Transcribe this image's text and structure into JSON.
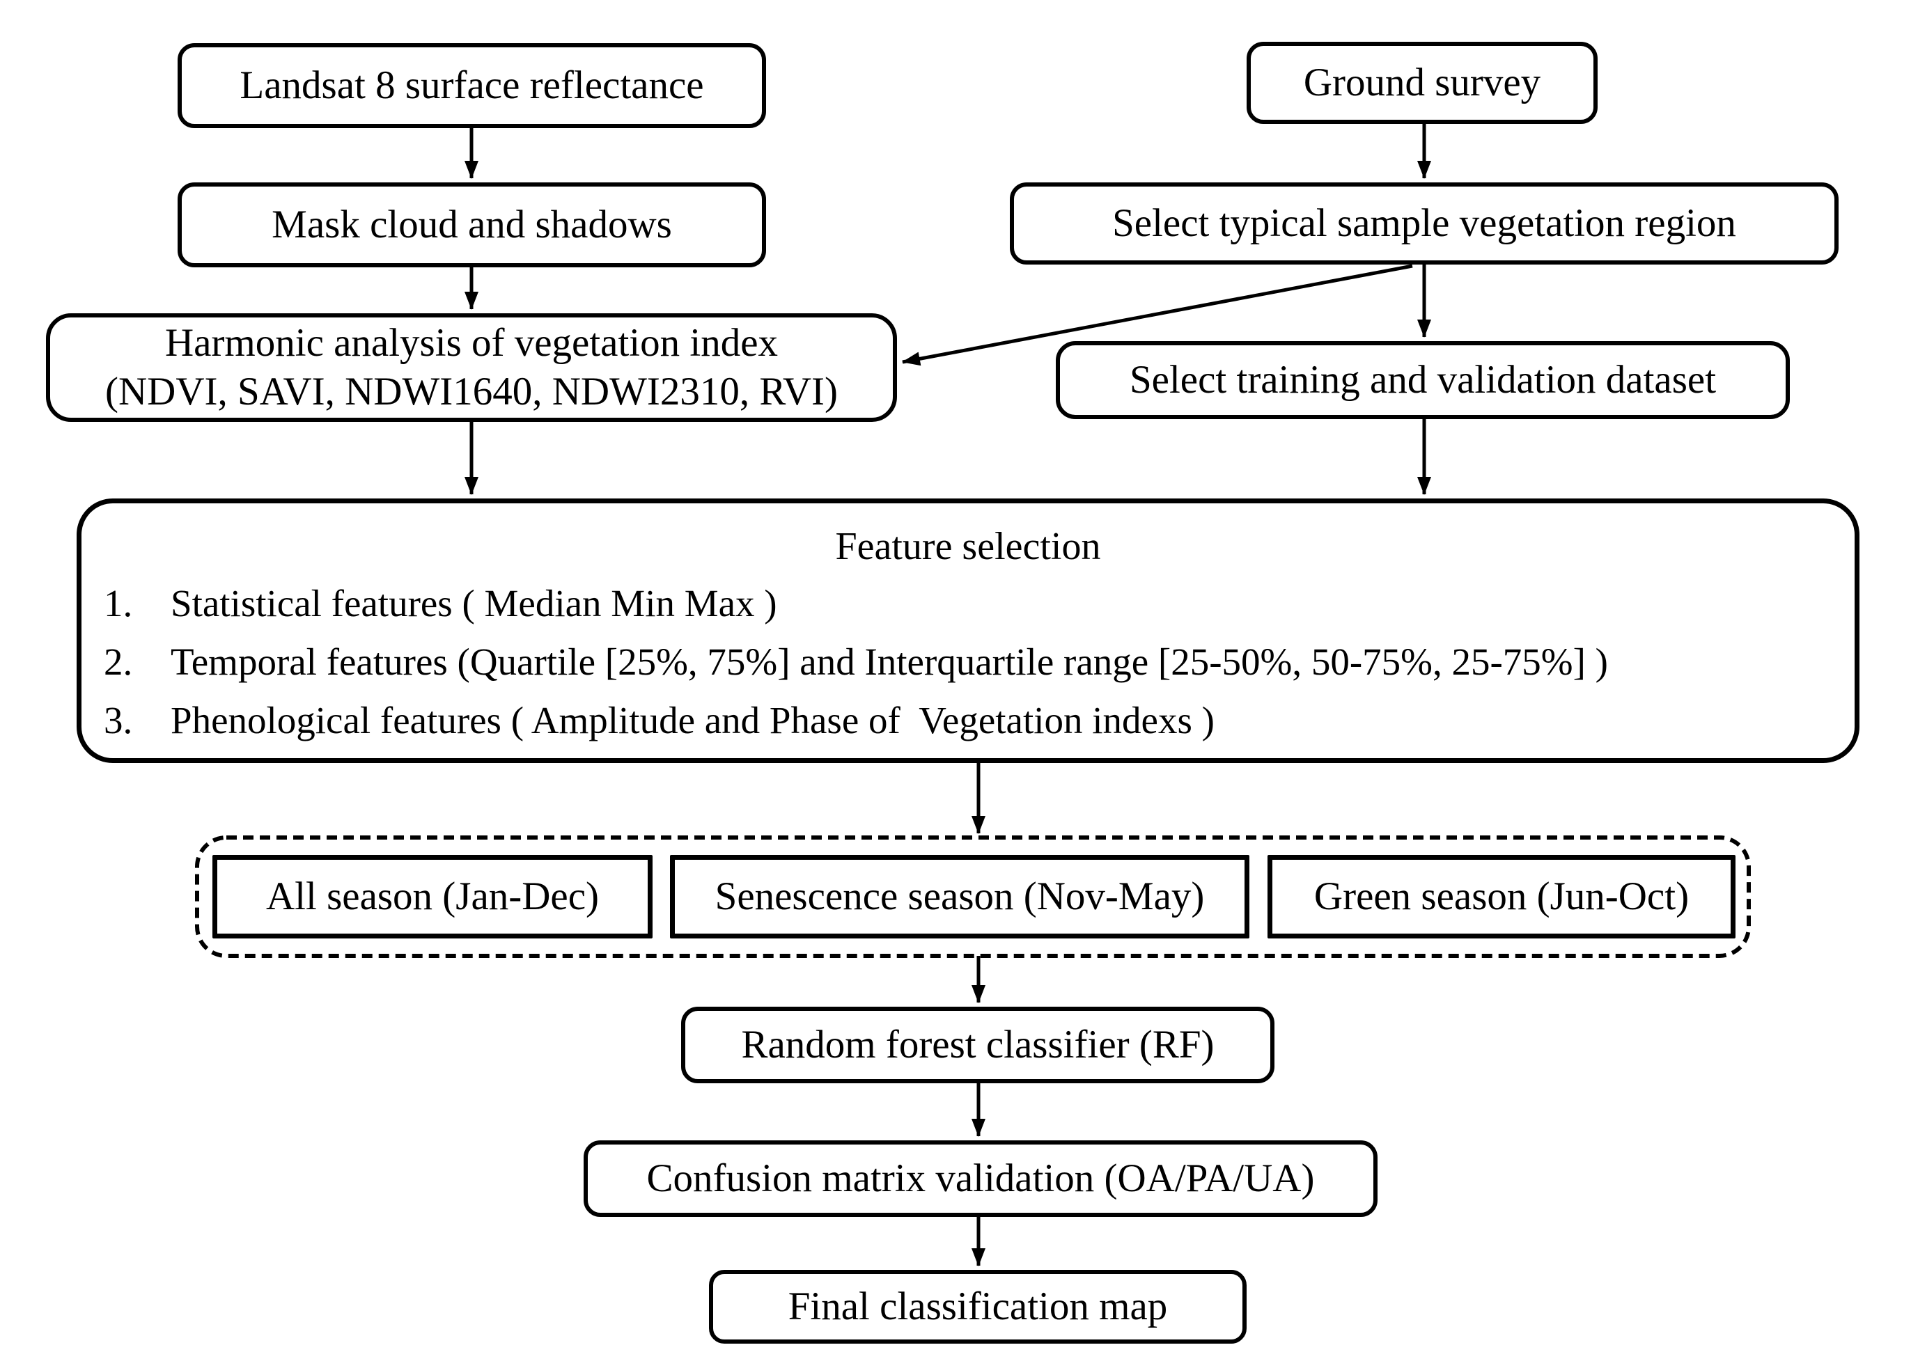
{
  "figure": {
    "background": "#ffffff",
    "line_color": "#000000",
    "text_color": "#000000"
  },
  "nodes": {
    "landsat": {
      "label": "Landsat 8 surface reflectance"
    },
    "ground_survey": {
      "label": "Ground survey"
    },
    "mask_cloud": {
      "label": "Mask cloud and shadows"
    },
    "select_typical": {
      "label": "Select typical sample vegetation region"
    },
    "harmonic": {
      "line1": "Harmonic analysis of vegetation index",
      "line2": "(NDVI, SAVI, NDWI1640, NDWI2310, RVI)"
    },
    "select_training": {
      "label": "Select training and validation dataset"
    },
    "feature_selection": {
      "title": "Feature selection",
      "items": [
        {
          "num": "1.",
          "text": "Statistical features ( Median Min Max )"
        },
        {
          "num": "2.",
          "text": "Temporal features (Quartile [25%, 75%] and Interquartile range [25-50%, 50-75%, 25-75%] )"
        },
        {
          "num": "3.",
          "text": "Phenological features ( Amplitude and Phase of  Vegetation indexs )"
        }
      ]
    },
    "all_season": {
      "label": "All season (Jan-Dec)"
    },
    "senescence_season": {
      "label": "Senescence season (Nov-May)"
    },
    "green_season": {
      "label": "Green season (Jun-Oct)"
    },
    "random_forest": {
      "label": "Random forest classifier (RF)"
    },
    "confusion_matrix": {
      "label": "Confusion matrix validation (OA/PA/UA)"
    },
    "final_map": {
      "label": "Final classification map"
    }
  }
}
